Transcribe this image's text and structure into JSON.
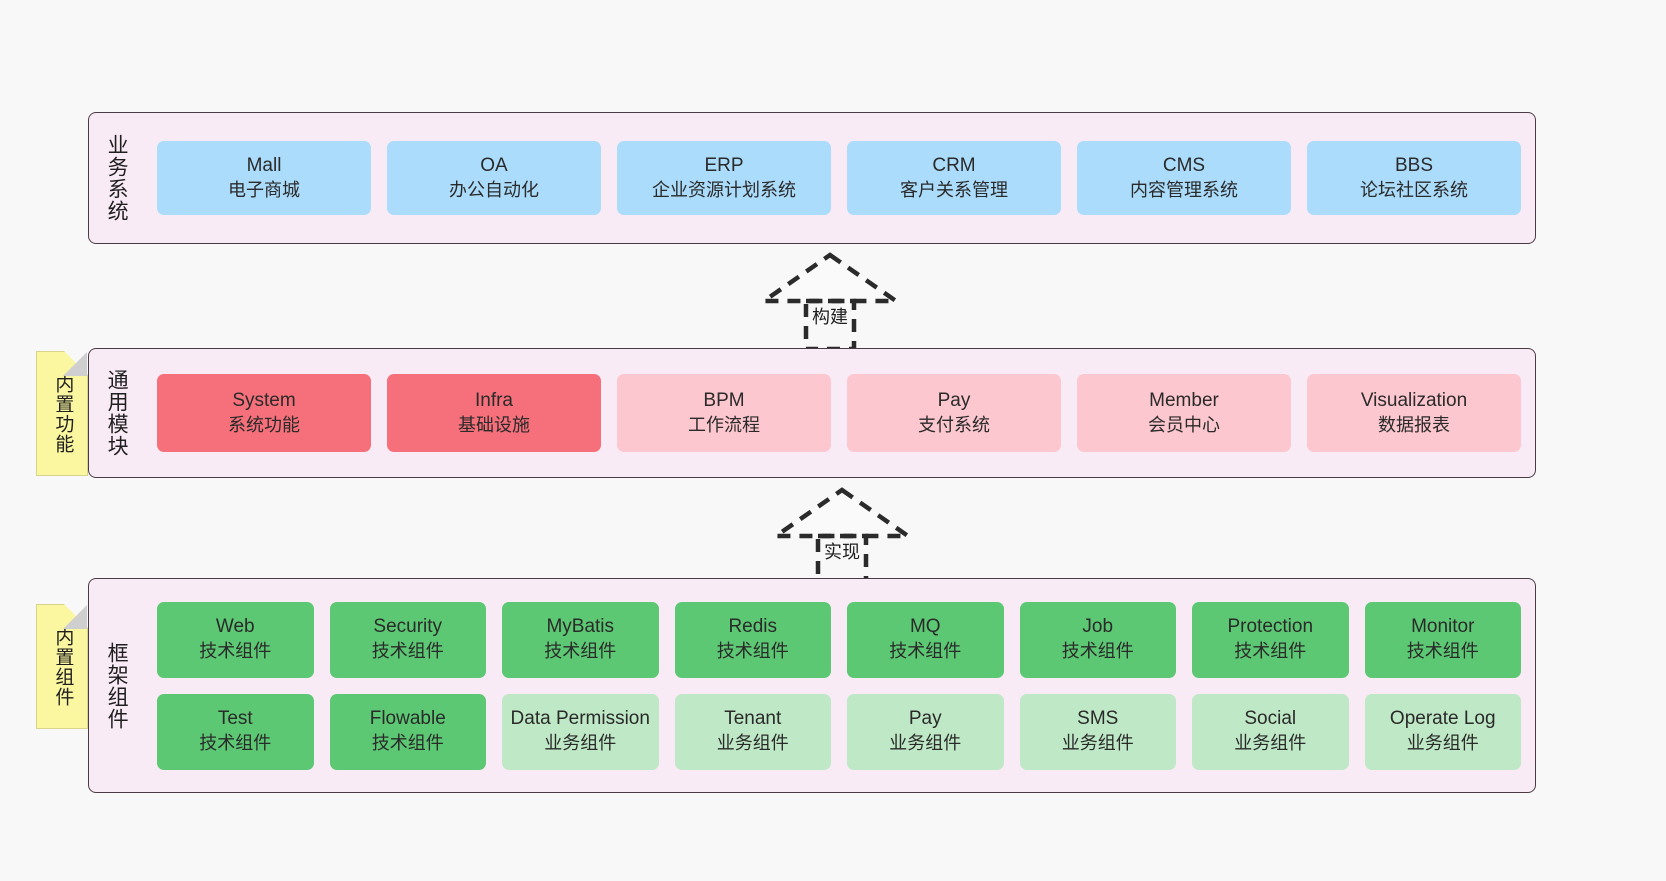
{
  "diagram": {
    "background": "#f8f8f8",
    "colors": {
      "container_bg": "#f9ebf5",
      "container_border": "#4b3b45",
      "business": "#abdcfb",
      "module_core": "#f5707a",
      "module_plain": "#fcc7cf",
      "tech_component": "#5cc873",
      "business_component": "#bfe8c6",
      "note_bg": "#fbf7a0"
    }
  },
  "layers": {
    "business": {
      "title": "业务系统",
      "nodes": [
        {
          "title": "Mall",
          "sub": "电子商城",
          "color": "blue"
        },
        {
          "title": "OA",
          "sub": "办公自动化",
          "color": "blue"
        },
        {
          "title": "ERP",
          "sub": "企业资源计划系统",
          "color": "blue"
        },
        {
          "title": "CRM",
          "sub": "客户关系管理",
          "color": "blue"
        },
        {
          "title": "CMS",
          "sub": "内容管理系统",
          "color": "blue"
        },
        {
          "title": "BBS",
          "sub": "论坛社区系统",
          "color": "blue"
        }
      ]
    },
    "module": {
      "title": "通用模块",
      "note": "内置功能",
      "nodes": [
        {
          "title": "System",
          "sub": "系统功能",
          "color": "red"
        },
        {
          "title": "Infra",
          "sub": "基础设施",
          "color": "red"
        },
        {
          "title": "BPM",
          "sub": "工作流程",
          "color": "pink"
        },
        {
          "title": "Pay",
          "sub": "支付系统",
          "color": "pink"
        },
        {
          "title": "Member",
          "sub": "会员中心",
          "color": "pink"
        },
        {
          "title": "Visualization",
          "sub": "数据报表",
          "color": "pink"
        }
      ]
    },
    "framework": {
      "title": "框架组件",
      "note": "内置组件",
      "row1": [
        {
          "title": "Web",
          "sub": "技术组件",
          "color": "green"
        },
        {
          "title": "Security",
          "sub": "技术组件",
          "color": "green"
        },
        {
          "title": "MyBatis",
          "sub": "技术组件",
          "color": "green"
        },
        {
          "title": "Redis",
          "sub": "技术组件",
          "color": "green"
        },
        {
          "title": "MQ",
          "sub": "技术组件",
          "color": "green"
        },
        {
          "title": "Job",
          "sub": "技术组件",
          "color": "green"
        },
        {
          "title": "Protection",
          "sub": "技术组件",
          "color": "green"
        },
        {
          "title": "Monitor",
          "sub": "技术组件",
          "color": "green"
        }
      ],
      "row2": [
        {
          "title": "Test",
          "sub": "技术组件",
          "color": "green"
        },
        {
          "title": "Flowable",
          "sub": "技术组件",
          "color": "green"
        },
        {
          "title": "Data Permission",
          "sub": "业务组件",
          "color": "lightgreen"
        },
        {
          "title": "Tenant",
          "sub": "业务组件",
          "color": "lightgreen"
        },
        {
          "title": "Pay",
          "sub": "业务组件",
          "color": "lightgreen"
        },
        {
          "title": "SMS",
          "sub": "业务组件",
          "color": "lightgreen"
        },
        {
          "title": "Social",
          "sub": "业务组件",
          "color": "lightgreen"
        },
        {
          "title": "Operate Log",
          "sub": "业务组件",
          "color": "lightgreen"
        }
      ]
    }
  },
  "connectors": [
    {
      "label": "构建",
      "from": "module",
      "to": "business"
    },
    {
      "label": "实现",
      "from": "framework",
      "to": "module"
    }
  ]
}
